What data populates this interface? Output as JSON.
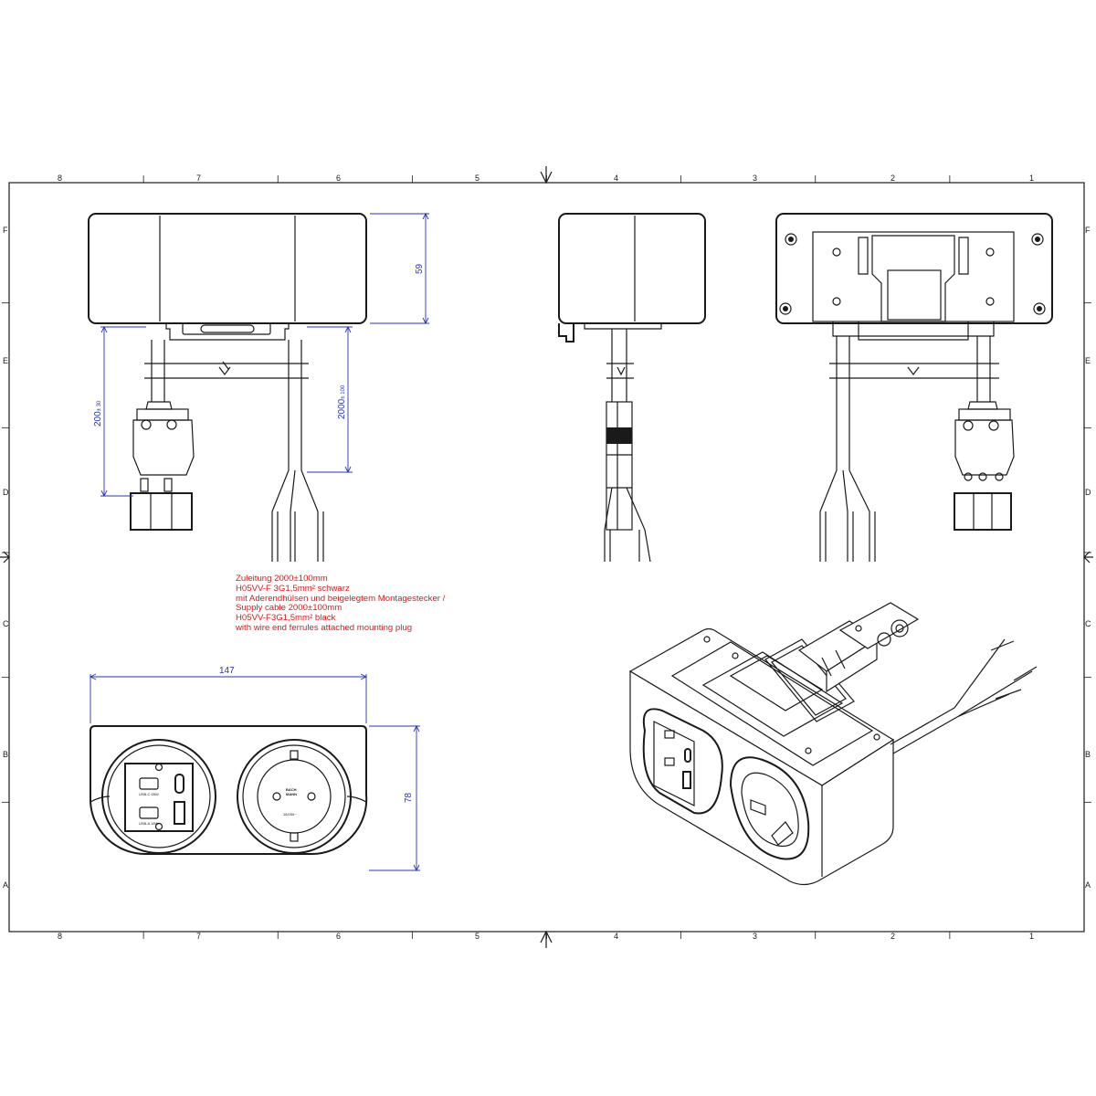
{
  "grid": {
    "columns": [
      "8",
      "7",
      "6",
      "5",
      "4",
      "3",
      "2",
      "1"
    ],
    "rows": [
      "F",
      "E",
      "D",
      "C",
      "B",
      "A"
    ]
  },
  "dimensions": {
    "height": "59",
    "cable_left": "200",
    "cable_left_tol": "± 30",
    "cable_right": "2000",
    "cable_right_tol": "± 100",
    "width": "147",
    "depth": "78"
  },
  "socket": {
    "usb_c_label": "USB-C 65W",
    "usb_a_label": "USB-A 18W",
    "brand_line1": "BACH",
    "brand_line2": "MANN",
    "rating": "16/250~"
  },
  "notes": [
    "Zuleitung 2000±100mm",
    "H05VV-F 3G1,5mm² schwarz",
    "mit Aderendhülsen und beigelegtem Montagestecker /",
    "Supply cable 2000±100mm",
    "H05VV-F3G1,5mm² black",
    "with wire end ferrules attached mounting plug"
  ],
  "colors": {
    "line": "#1a1a1a",
    "dimension": "#2a33b8",
    "note": "#d61a1a"
  }
}
